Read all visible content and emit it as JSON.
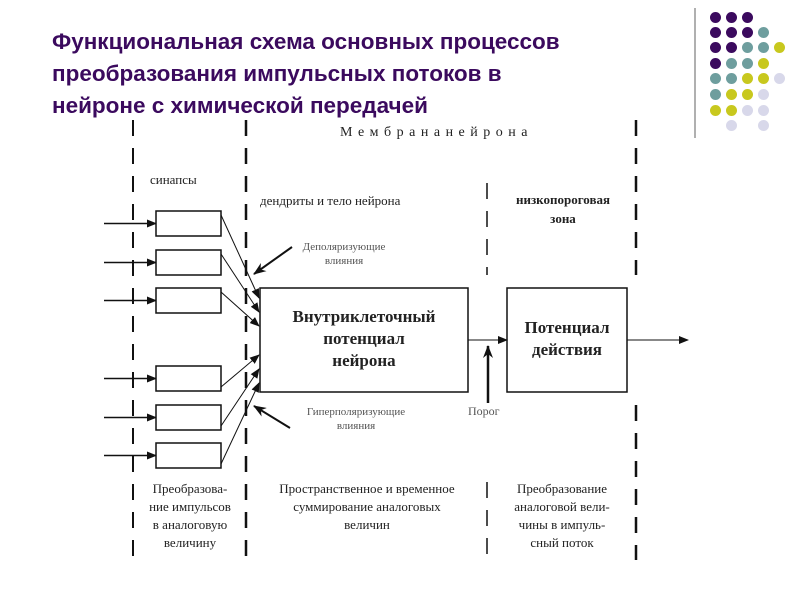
{
  "slide": {
    "title_lines": [
      "Функциональная схема основных процессов",
      "преобразования импульсных потоков в",
      "нейроне с химической передачей"
    ],
    "title_color": "#3b0a5e"
  },
  "decoration": {
    "palette": {
      "purple": "#3b0a5e",
      "teal": "#6e9e9e",
      "olive": "#c8c81e",
      "lavender": "#d8d8ea"
    },
    "dot_rows": [
      [
        "purple",
        "purple",
        "purple",
        null,
        null
      ],
      [
        "purple",
        "purple",
        "purple",
        "teal",
        null
      ],
      [
        "purple",
        "purple",
        "teal",
        "teal",
        "olive"
      ],
      [
        "purple",
        "teal",
        "teal",
        "olive",
        null
      ],
      [
        "teal",
        "teal",
        "olive",
        "olive",
        "lavender"
      ],
      [
        "teal",
        "olive",
        "olive",
        "lavender",
        null
      ],
      [
        "olive",
        "olive",
        "lavender",
        "lavender",
        null
      ],
      [
        null,
        "lavender",
        null,
        "lavender",
        null
      ]
    ]
  },
  "diagram": {
    "membrane_label": "М е м б р а н а     н е й р о н а",
    "zones": {
      "synapses": "синапсы",
      "dendrites_body": "дендриты и тело нейрона",
      "low_threshold": [
        "низкопороговая",
        "зона"
      ]
    },
    "blocks": {
      "intracellular": [
        "Внутриклеточный",
        "потенциал",
        "нейрона"
      ],
      "action_potential": [
        "Потенциал",
        "действия"
      ]
    },
    "influences": {
      "depolarizing": [
        "Деполяризующие",
        "влияния"
      ],
      "hyperpolarizing": [
        "Гиперполяризующие",
        "влияния"
      ],
      "threshold": "Порог"
    },
    "processes": {
      "impulse_to_analog": [
        "Преобразова-",
        "ние импульсов",
        "в аналоговую",
        "величину"
      ],
      "summation": [
        "Пространственное и временное",
        "суммирование аналоговых",
        "величин"
      ],
      "analog_to_impulse": [
        "Преобразование",
        "аналоговой вели-",
        "чины в импуль-",
        "сный поток"
      ]
    },
    "synapse_count": 6
  }
}
